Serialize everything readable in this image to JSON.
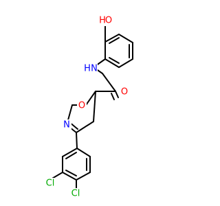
{
  "molecule": {
    "atoms": {
      "hydroxyl_o": {
        "text": "O",
        "color": "#ff0000"
      },
      "hydroxyl_h": {
        "text": "H",
        "color": "#ff0000"
      },
      "amide_n": {
        "text": "N",
        "color": "#0000ff"
      },
      "amide_h": {
        "text": "H",
        "color": "#0000ff"
      },
      "carbonyl_o": {
        "text": "O",
        "color": "#ff0000"
      },
      "ring_o": {
        "text": "O",
        "color": "#ff0000"
      },
      "ring_n": {
        "text": "N",
        "color": "#0000ff"
      },
      "cl_top": {
        "text": "Cl",
        "color": "#00aa00"
      },
      "cl_bottom": {
        "text": "Cl",
        "color": "#00aa00"
      }
    }
  }
}
